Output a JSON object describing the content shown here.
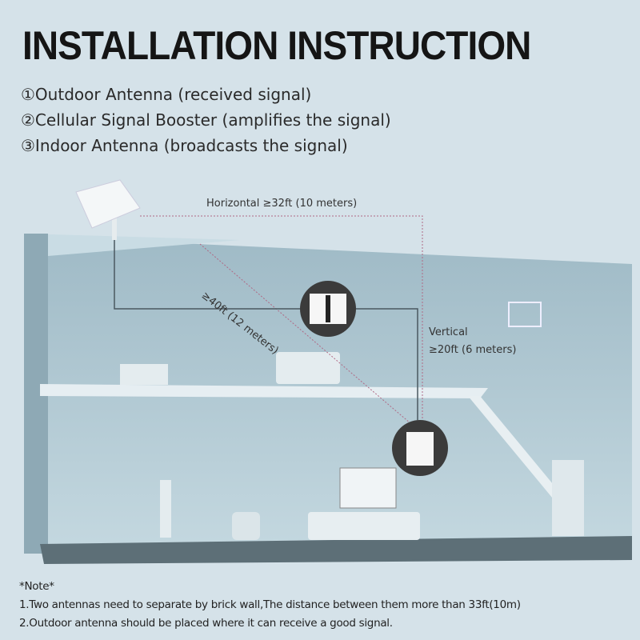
{
  "title": "INSTALLATION INSTRUCTION",
  "items": [
    "①Outdoor Antenna (received signal)",
    "②Cellular Signal Booster (amplifies the signal)",
    "③Indoor Antenna (broadcasts the signal)"
  ],
  "labels": {
    "horizontal": "Horizontal ≥32ft (10 meters)",
    "diagonal": "≥40ft (12 meters)",
    "vertical_1": "Vertical",
    "vertical_2": "≥20ft (6 meters)"
  },
  "notes": {
    "heading": "*Note*",
    "lines": [
      "1.Two antennas need to separate by brick wall,The distance between them more than 33ft(10m)",
      "2.Outdoor antenna should be placed where it can receive a good signal."
    ]
  },
  "colors": {
    "background": "#d5e2e9",
    "wall": "#a9c3ce",
    "guide": "#b06a85",
    "cable": "#4a5860"
  }
}
